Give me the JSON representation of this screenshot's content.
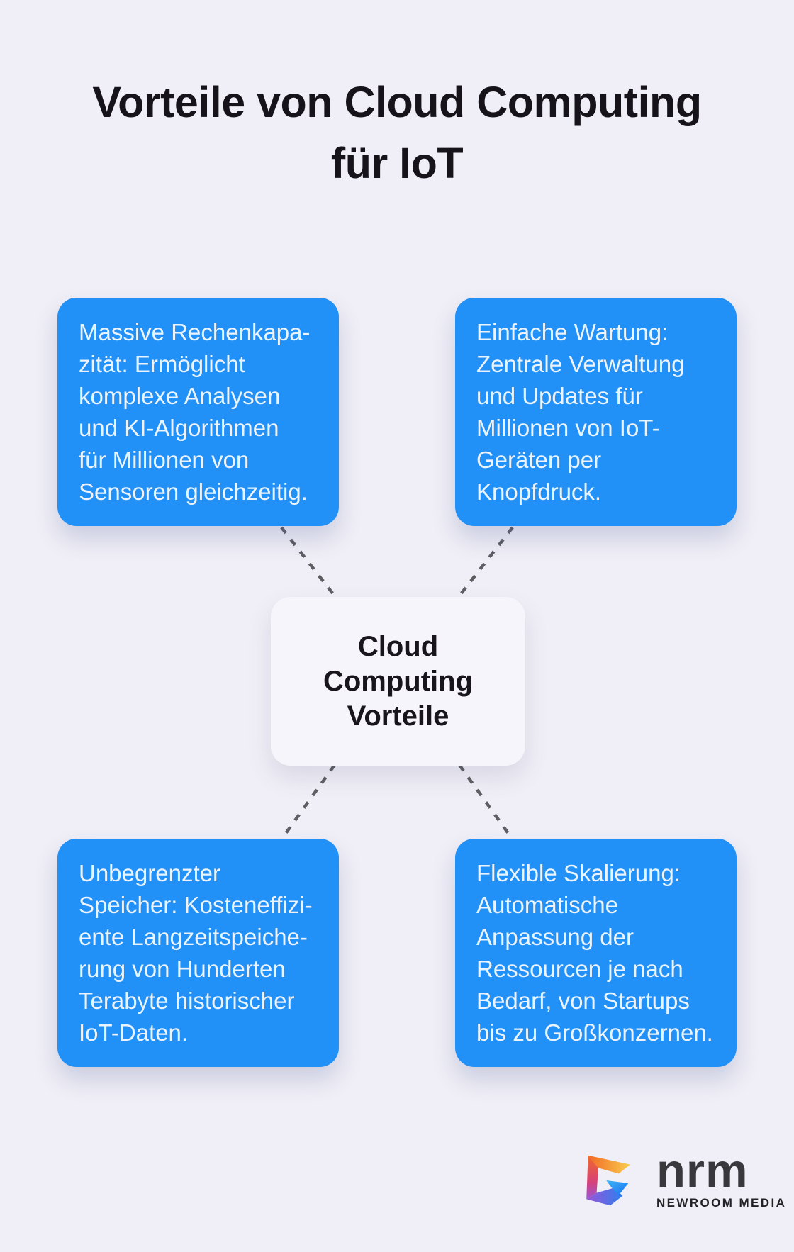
{
  "page": {
    "title": "Vorteile von Cloud Computing\nfür IoT",
    "background_color": "#F0EEF6"
  },
  "diagram": {
    "center": {
      "label": "Cloud\nComputing\nVorteile"
    },
    "nodes": [
      {
        "id": "top-left",
        "text": "Massive Rechenkapa-\nzität: Ermöglicht\nkomplexe Analysen\nund KI-Algorithmen\nfür Millionen von\nSensoren gleichzeitig."
      },
      {
        "id": "top-right",
        "text": "Einfache Wartung:\nZentrale Verwaltung\nund Updates für\nMillionen von IoT-\nGeräten per\nKnopfdruck."
      },
      {
        "id": "bottom-left",
        "text": "Unbegrenzter\nSpeicher: Kosteneffizi-\nente Langzeitspeiche-\nrung von Hunderten\nTerabyte historischer\nIoT-Daten."
      },
      {
        "id": "bottom-right",
        "text": "Flexible Skalierung:\nAutomatische\nAnpassung der\nRessourcen je nach\nBedarf, von Startups\nbis zu Großkonzernen."
      }
    ],
    "colors": {
      "node_background": "#2191F7",
      "node_text": "#EAF3FE",
      "connector": "#5E5E63",
      "center_background": "#F6F5FB",
      "center_text": "#18161C",
      "title_text": "#16141A"
    }
  },
  "footer": {
    "logo_text": "nrm",
    "logo_tagline": "NEWROOM MEDIA",
    "logo_mark": "newroom-media-logo-mark",
    "logo_gradient_colors": [
      "#F06A25",
      "#FACC4E",
      "#D6407B",
      "#9A55D6",
      "#2D7FF0"
    ]
  }
}
